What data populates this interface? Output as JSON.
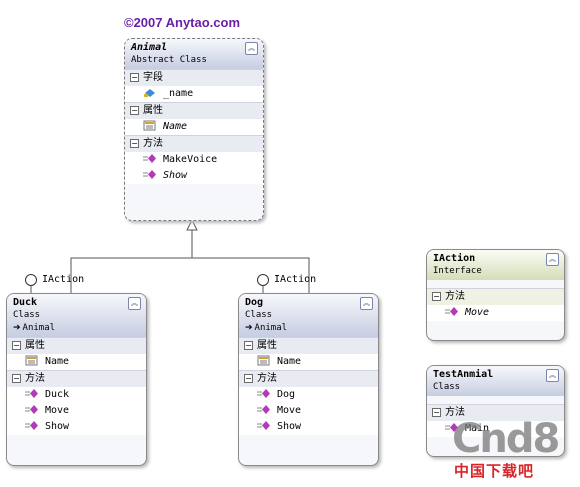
{
  "copyright": "©2007 Anytao.com",
  "connector_iface_label": "IAction",
  "boxes": {
    "animal": {
      "name": "Animal",
      "kind": "Abstract Class",
      "sections": [
        {
          "title": "字段",
          "members": [
            "_name"
          ]
        },
        {
          "title": "属性",
          "members": [
            "Name"
          ]
        },
        {
          "title": "方法",
          "members": [
            "MakeVoice",
            "Show"
          ]
        }
      ]
    },
    "duck": {
      "name": "Duck",
      "kind": "Class",
      "base": "Animal",
      "sections": [
        {
          "title": "属性",
          "members": [
            "Name"
          ]
        },
        {
          "title": "方法",
          "members": [
            "Duck",
            "Move",
            "Show"
          ]
        }
      ]
    },
    "dog": {
      "name": "Dog",
      "kind": "Class",
      "base": "Animal",
      "sections": [
        {
          "title": "属性",
          "members": [
            "Name"
          ]
        },
        {
          "title": "方法",
          "members": [
            "Dog",
            "Move",
            "Show"
          ]
        }
      ]
    },
    "iaction": {
      "name": "IAction",
      "kind": "Interface",
      "sections": [
        {
          "title": "方法",
          "members": [
            "Move"
          ]
        }
      ]
    },
    "testanimal": {
      "name": "TestAnmial",
      "kind": "Class",
      "sections": [
        {
          "title": "方法",
          "members": [
            "Main"
          ]
        }
      ]
    }
  },
  "watermark": {
    "brand": "Cnd8",
    "tagline": "中国下载吧"
  },
  "colors": {
    "copyright": "#6a1fa8",
    "method_icon": "#b23ab6",
    "field_icon": "#3c8bd8",
    "property_icon": "#d8a030"
  }
}
